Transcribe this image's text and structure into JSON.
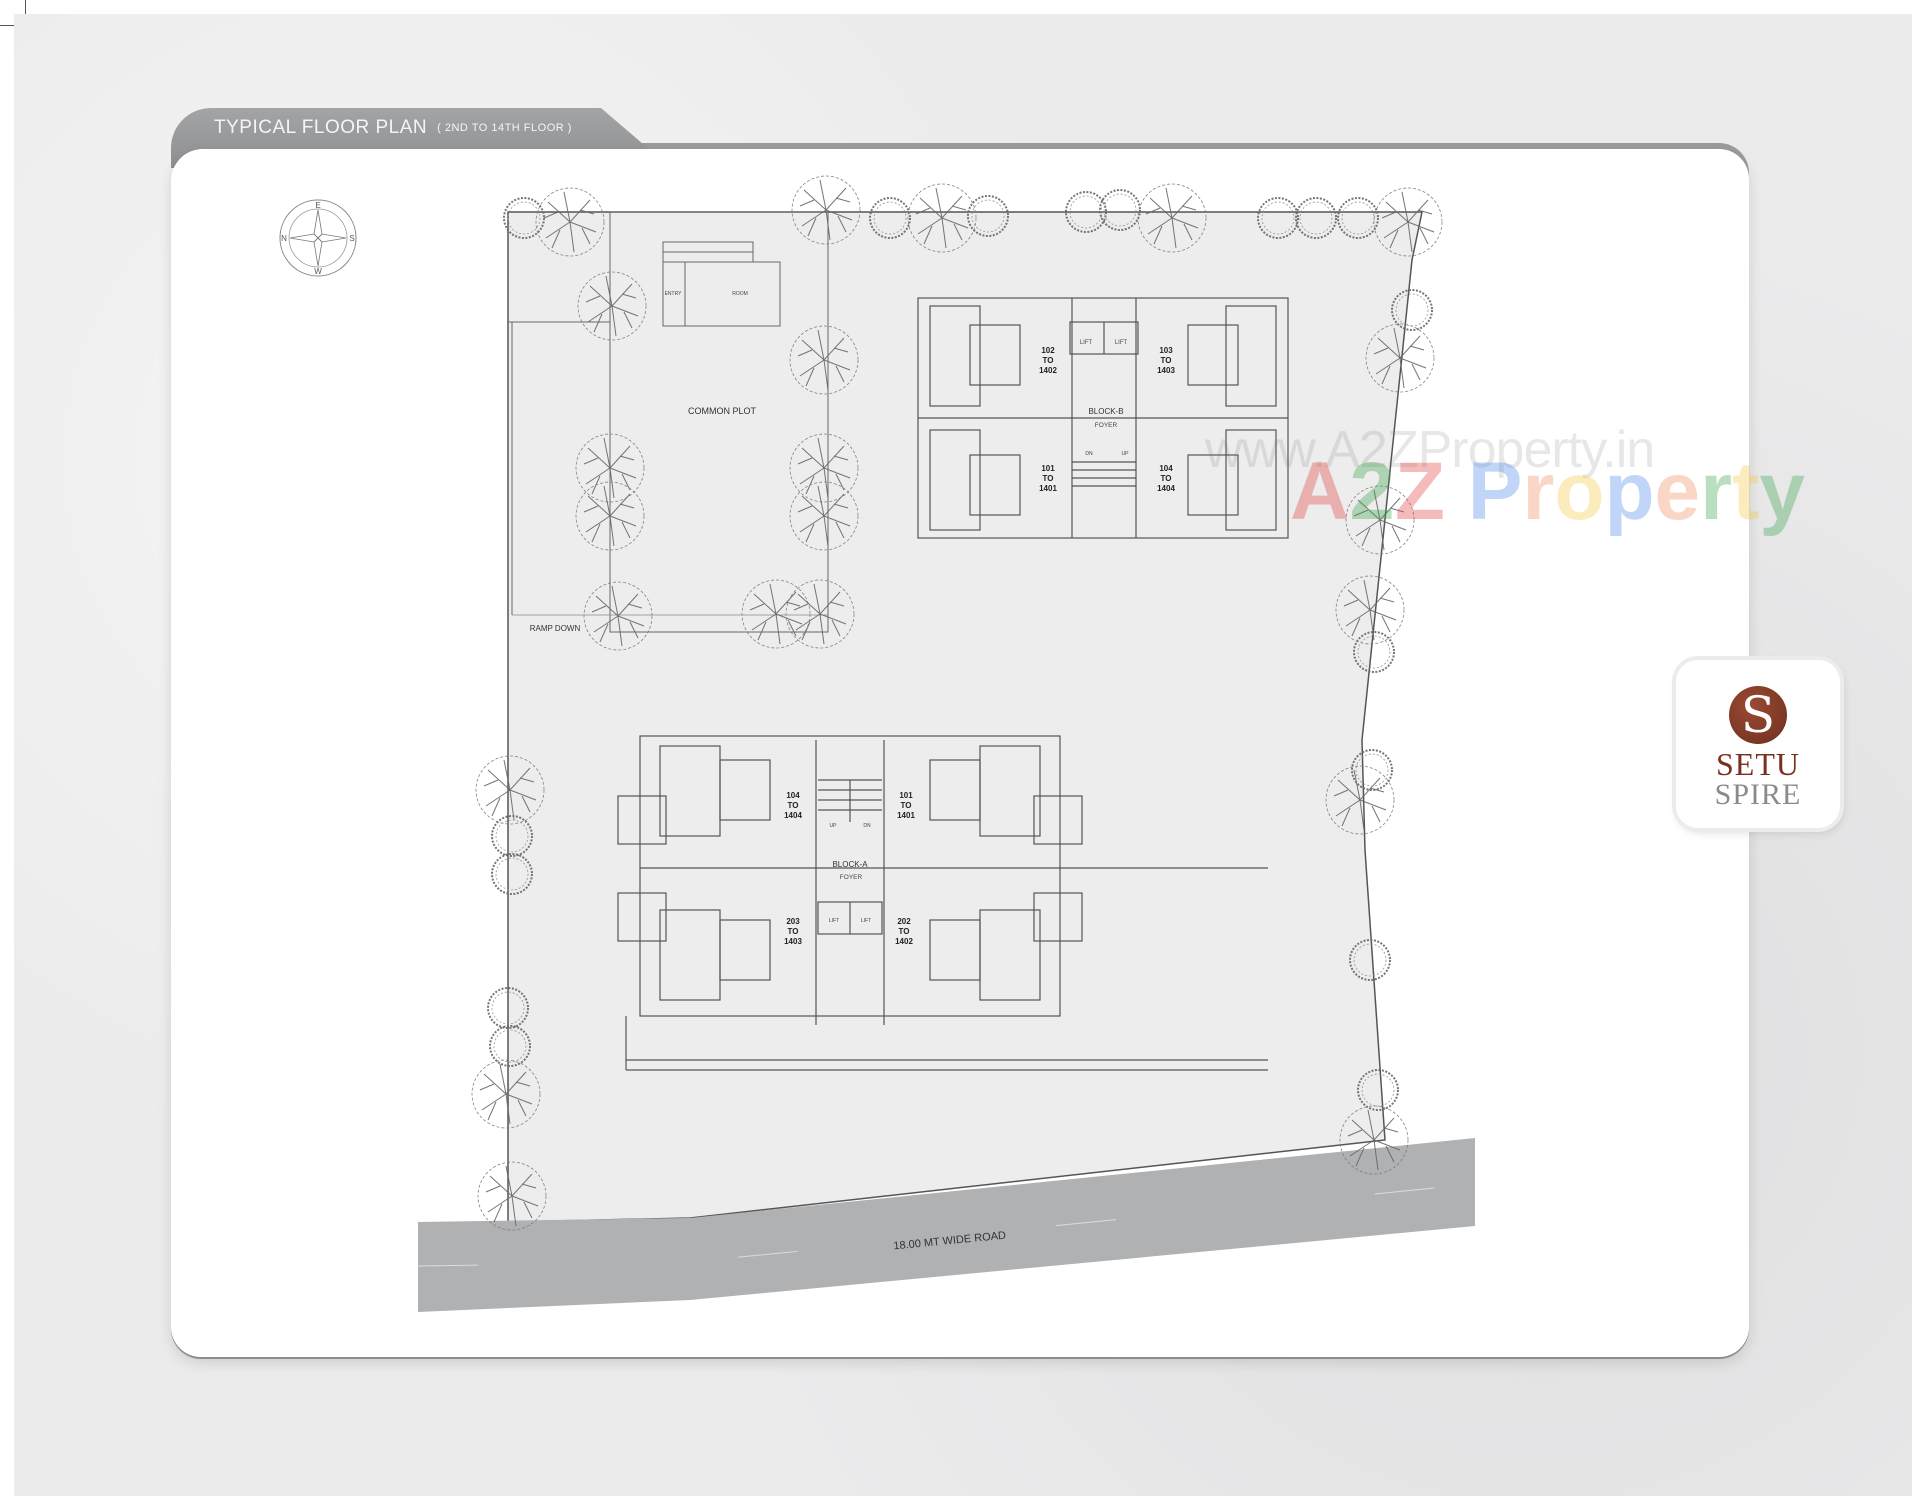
{
  "header": {
    "title": "TYPICAL FLOOR PLAN",
    "subtitle": "( 2ND TO 14TH FLOOR )"
  },
  "compass": {
    "icon": "compass-rose-icon",
    "top": "E",
    "left": "N",
    "right": "S",
    "bottom": "W"
  },
  "site": {
    "common_plot_label": "COMMON PLOT",
    "ramp_label": "RAMP DOWN",
    "entry_label": "ENTRY",
    "room_label": "ROOM",
    "road_label": "18.00 MT WIDE ROAD"
  },
  "block_b": {
    "name": "BLOCK-B",
    "foyer": "FOYER",
    "lift1": "LIFT",
    "lift2": "LIFT",
    "stair_dn": "DN",
    "stair_up": "UP",
    "units": [
      {
        "l1": "102",
        "l2": "TO",
        "l3": "1402"
      },
      {
        "l1": "103",
        "l2": "TO",
        "l3": "1403"
      },
      {
        "l1": "101",
        "l2": "TO",
        "l3": "1401"
      },
      {
        "l1": "104",
        "l2": "TO",
        "l3": "1404"
      }
    ]
  },
  "block_a": {
    "name": "BLOCK-A",
    "foyer": "FOYER",
    "lift1": "LIFT",
    "lift2": "LIFT",
    "stair_up": "UP",
    "stair_dn": "DN",
    "units": [
      {
        "l1": "104",
        "l2": "TO",
        "l3": "1404"
      },
      {
        "l1": "101",
        "l2": "TO",
        "l3": "1401"
      },
      {
        "l1": "203",
        "l2": "TO",
        "l3": "1403"
      },
      {
        "l1": "202",
        "l2": "TO",
        "l3": "1402"
      }
    ]
  },
  "logo": {
    "icon": "setu-s-logo-icon",
    "glyph": "S",
    "line1": "SETU",
    "line2": "SPIRE",
    "color_primary": "#7a3020",
    "color_secondary": "#8a8a8c"
  },
  "watermark": {
    "url": "www.A2ZProperty.in",
    "brand_letters": [
      "A",
      "2",
      "Z",
      " ",
      "P",
      "r",
      "o",
      "p",
      "e",
      "r",
      "t",
      "y"
    ],
    "brand_colors": [
      "#e33b3b",
      "#3aa14a",
      "#e33b3b",
      "#ffffff",
      "#4a86e8",
      "#f08a5d",
      "#f4c542",
      "#4a86e8",
      "#f08a5d",
      "#3aa14a",
      "#f4c542",
      "#3aa14a"
    ]
  },
  "colors": {
    "site_fill": "#ededed",
    "road_fill": "#b0b1b3",
    "line": "#555555",
    "tab_gray": "#98999b"
  }
}
